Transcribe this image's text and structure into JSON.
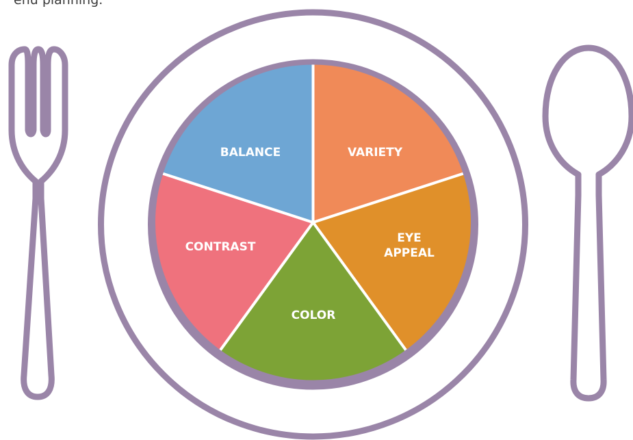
{
  "intro_text": "enu planning.",
  "plate": {
    "rim_color": "#9a85a8",
    "segments": [
      {
        "label": [
          "VARIETY"
        ],
        "color": "#f08a58"
      },
      {
        "label": [
          "EYE",
          "APPEAL"
        ],
        "color": "#e0902a"
      },
      {
        "label": [
          "COLOR"
        ],
        "color": "#7da336"
      },
      {
        "label": [
          "CONTRAST"
        ],
        "color": "#ef727d"
      },
      {
        "label": [
          "BALANCE"
        ],
        "color": "#6ea6d4"
      }
    ]
  },
  "icons": {
    "left": "fork-icon",
    "right": "spoon-icon"
  }
}
